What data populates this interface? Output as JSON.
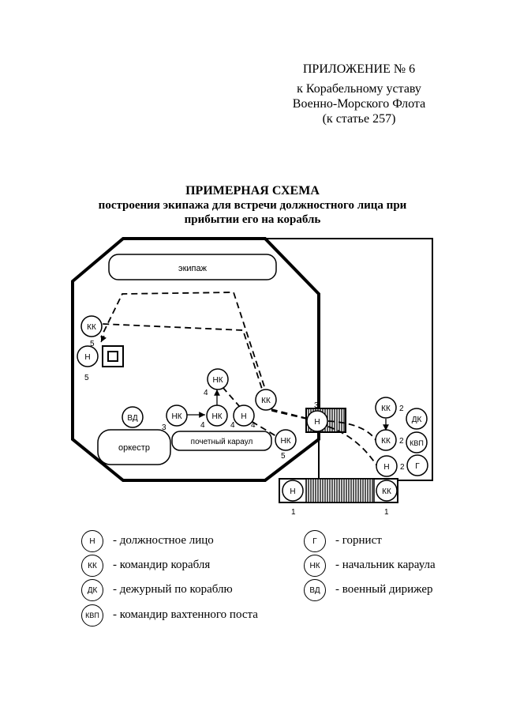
{
  "header": {
    "line1": "ПРИЛОЖЕНИЕ № 6",
    "line2": "к Корабельному уставу",
    "line3": "Военно-Морского Флота",
    "line4": "(к статье 257)"
  },
  "title": {
    "line1": "ПРИМЕРНАЯ СХЕМА",
    "line2": "построения экипажа для встречи должностного лица при",
    "line3": "прибытии его на корабль"
  },
  "diagram": {
    "crew_label": "экипаж",
    "orchestra_label": "оркестр",
    "guard_label": "почетный караул",
    "circles": {
      "kk": "КК",
      "n": "Н",
      "nk": "НК",
      "vd": "ВД",
      "dk": "ДК",
      "kvp": "КВП",
      "g": "Г"
    },
    "numbers": {
      "n1": "1",
      "n2": "2",
      "n3": "3",
      "n4": "4",
      "n5": "5"
    }
  },
  "legend": [
    {
      "symbol": "Н",
      "text": "- должностное лицо"
    },
    {
      "symbol": "Г",
      "text": "- горнист"
    },
    {
      "symbol": "КК",
      "text": "- командир корабля"
    },
    {
      "symbol": "НК",
      "text": "- начальник караула"
    },
    {
      "symbol": "ДК",
      "text": "- дежурный по кораблю"
    },
    {
      "symbol": "ВД",
      "text": "- военный дирижер"
    },
    {
      "symbol": "КВП",
      "text": "- командир вахтенного поста"
    }
  ]
}
